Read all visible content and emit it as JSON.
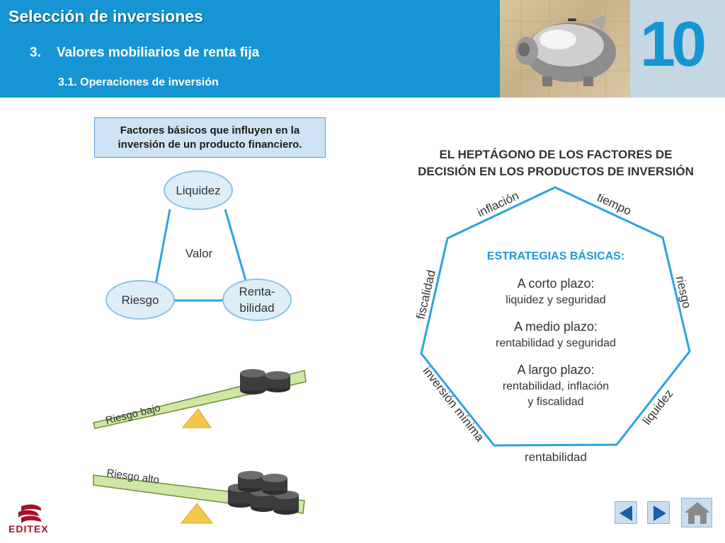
{
  "header": {
    "title": "Selección de inversiones",
    "section_number": "3.",
    "section_title": "Valores mobiliarios de renta fija",
    "subsection": "3.1. Operaciones de inversión",
    "chapter_number": "10",
    "photo_icon": "piggy-bank-image"
  },
  "caption": {
    "line1": "Factores básicos que influyen en la",
    "line2": "inversión de un producto financiero."
  },
  "triangle": {
    "top": "Liquidez",
    "center": "Valor",
    "left": "Riesgo",
    "right_line1": "Renta-",
    "right_line2": "bilidad"
  },
  "seesaws": {
    "low": "Riesgo bajo",
    "high": "Riesgo alto"
  },
  "heptagon": {
    "title_line1": "EL HEPTÁGONO DE LOS FACTORES DE",
    "title_line2": "DECISIÓN EN LOS PRODUCTOS DE INVERSIÓN",
    "sides": {
      "inflacion": "inflación",
      "tiempo": "tiempo",
      "riesgo": "riesgo",
      "liquidez": "liquidez",
      "rentabilidad": "rentabilidad",
      "inversion_minima": "inversión mínima",
      "fiscalidad": "fiscalidad"
    },
    "strategies_title": "ESTRATEGIAS BÁSICAS:",
    "corto": "A corto plazo:",
    "corto_detail": "liquidez y seguridad",
    "medio": "A medio plazo:",
    "medio_detail": "rentabilidad y seguridad",
    "largo": "A largo plazo:",
    "largo_detail1": "rentabilidad, inflación",
    "largo_detail2": "y fiscalidad"
  },
  "footer": {
    "logo_text": "EDITEX",
    "prev_icon": "arrow-left-icon",
    "next_icon": "arrow-right-icon",
    "home_icon": "home-icon"
  },
  "colors": {
    "header_blue": "#1595d3",
    "ellipse_fill": "#deeef8",
    "line_blue": "#2aa4dd",
    "strategies_blue": "#1d9ad6",
    "plank_green": "#cfe6a4",
    "support_yellow": "#f4c64a",
    "editex_red": "#a3122b"
  }
}
